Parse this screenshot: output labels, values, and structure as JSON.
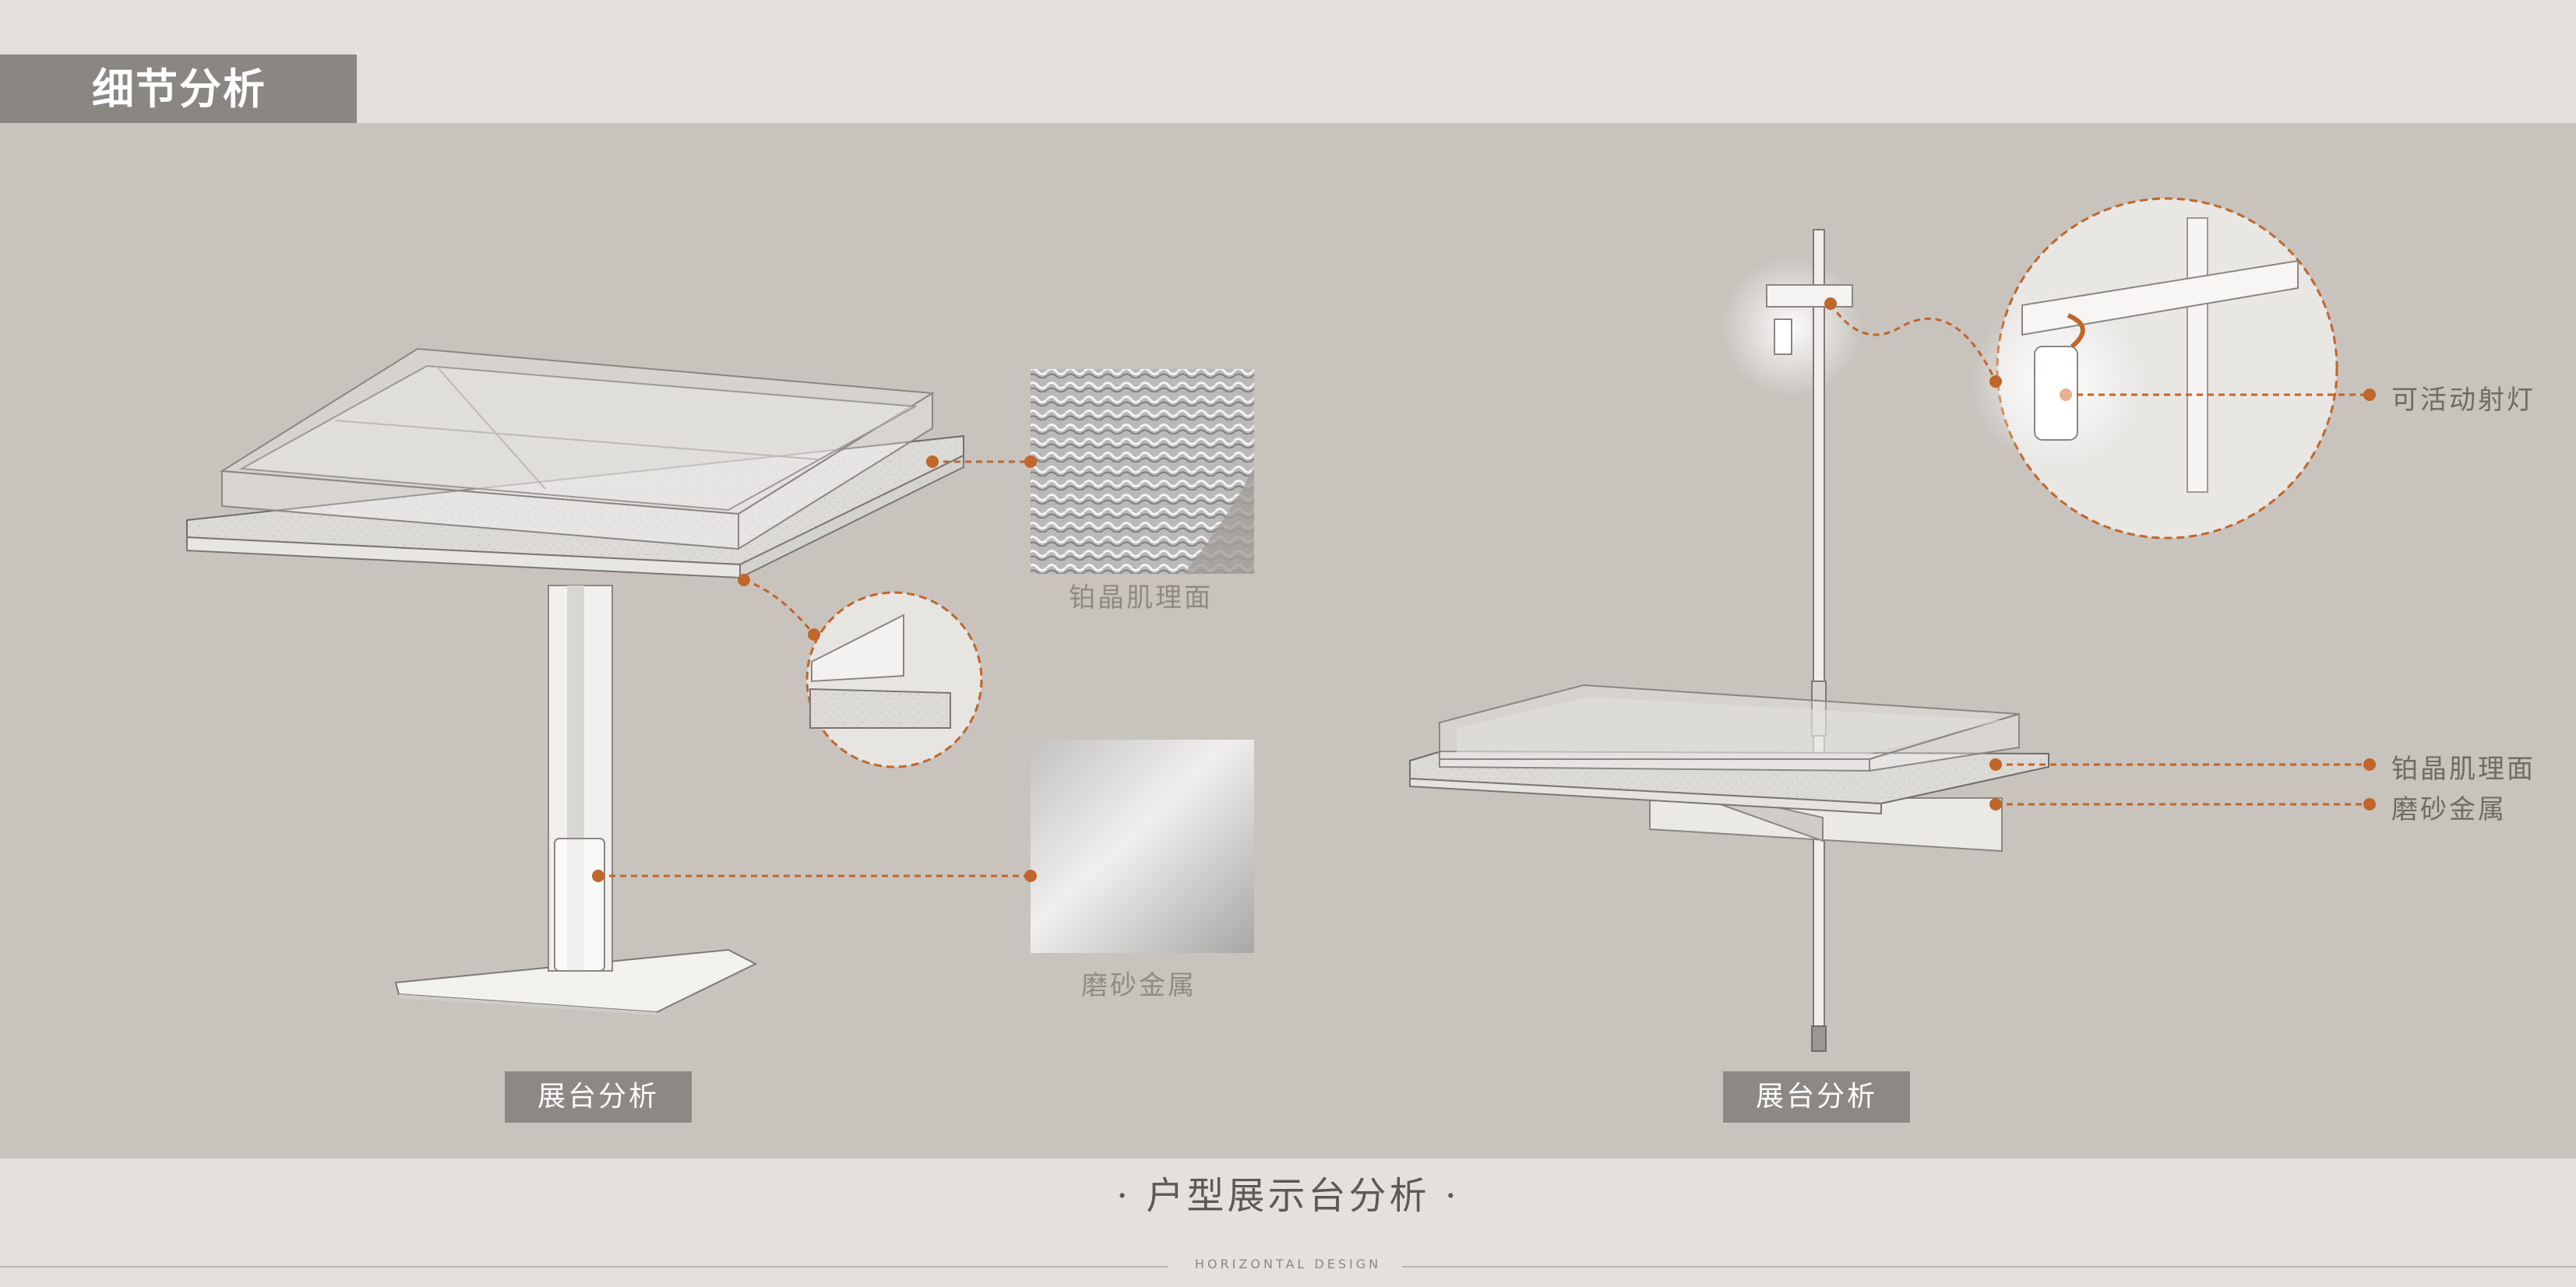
{
  "header": {
    "title": "细节分析"
  },
  "left_panel": {
    "material_top_caption": "铂晶肌理面",
    "material_bottom_caption": "磨砂金属",
    "button_label": "展台分析"
  },
  "right_panel": {
    "labels": [
      "可活动射灯",
      "铂晶肌理面",
      "磨砂金属"
    ],
    "button_label": "展台分析"
  },
  "footer": {
    "title": "· 户型展示台分析 ·",
    "brand": "HORIZONTAL DESIGN"
  },
  "colors": {
    "accent": "#c0662a",
    "tab": "#8a8783",
    "panel": "#c8c3bd"
  }
}
